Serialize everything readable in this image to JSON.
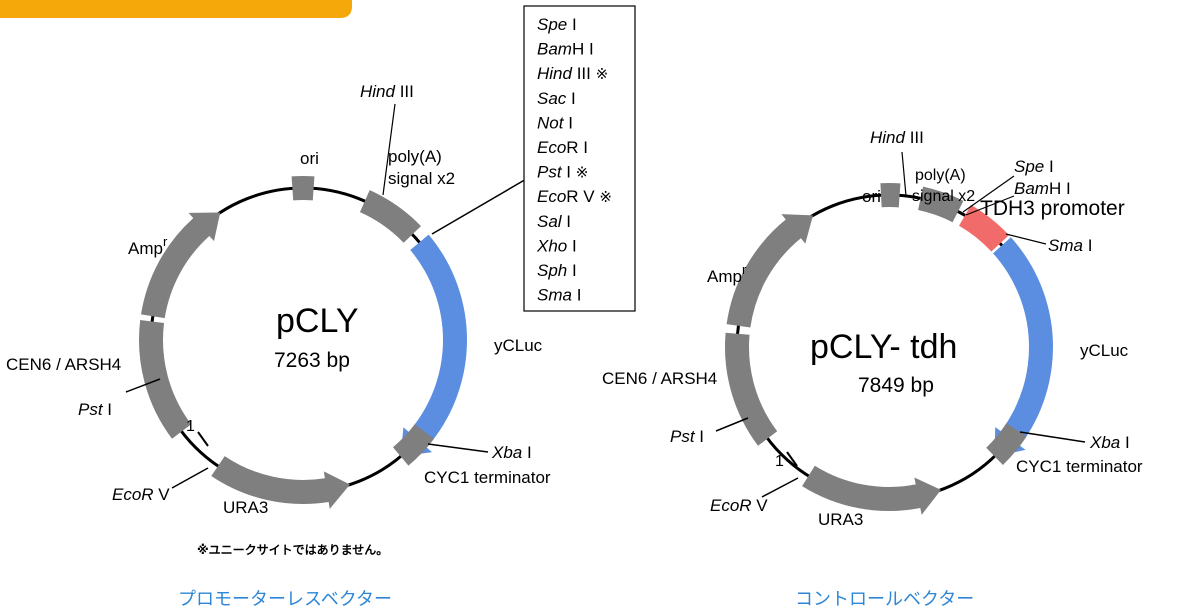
{
  "colors": {
    "segment_gray": "#7f7f7f",
    "luciferase_blue": "#5b8ee0",
    "promoter_red": "#f26b6b",
    "caption_blue": "#2f86d6",
    "banner_orange": "#f5a80a"
  },
  "left_map": {
    "name": "pCLY",
    "size": "7263 bp",
    "caption": "プロモーターレスベクター",
    "labels": {
      "hind3_name": "Hind",
      "hind3_num": " III",
      "ori": "ori",
      "polya_1": "poly(A)",
      "polya_2": "signal x2",
      "ampr": "Amp",
      "ampr_sup": "r",
      "ycluc": "yCLuc",
      "cen6": "CEN6 / ARSH4",
      "pst_name": "Pst",
      "pst_num": " I",
      "one": "1",
      "ecorv_name": "EcoR",
      "ecorv_num": " V",
      "ura3": "URA3",
      "xba_name": "Xba",
      "xba_num": " I",
      "cyc1": "CYC1 terminator"
    },
    "mcs": [
      {
        "name": "Spe",
        "num": " I",
        "mark": ""
      },
      {
        "name": "Bam",
        "num": "H I",
        "mark": ""
      },
      {
        "name": "Hind",
        "num": " III",
        "mark": " ※"
      },
      {
        "name": "Sac",
        "num": " I",
        "mark": ""
      },
      {
        "name": "Not",
        "num": " I",
        "mark": ""
      },
      {
        "name": "Eco",
        "num": "R I",
        "mark": ""
      },
      {
        "name": "Pst",
        "num": " I",
        "mark": " ※"
      },
      {
        "name": "Eco",
        "num": "R V",
        "mark": " ※"
      },
      {
        "name": "Sal",
        "num": " I",
        "mark": ""
      },
      {
        "name": "Xho",
        "num": " I",
        "mark": ""
      },
      {
        "name": "Sph",
        "num": " I",
        "mark": ""
      },
      {
        "name": "Sma",
        "num": " I",
        "mark": ""
      }
    ],
    "note": "※ユニークサイトではありません。"
  },
  "right_map": {
    "name": "pCLY- tdh",
    "size": "7849 bp",
    "caption": "コントロールベクター",
    "labels": {
      "hind3_name": "Hind",
      "hind3_num": " III",
      "ori": "ori",
      "polya_1": "poly(A)",
      "polya_2": "signal x2",
      "spe_name": "Spe",
      "spe_num": " I",
      "bam_name": "Bam",
      "bam_num": "H I",
      "tdh3": "TDH3 promoter",
      "sma_name": "Sma",
      "sma_num": " I",
      "ampr": "Amp",
      "ampr_sup": "r",
      "ycluc": "yCLuc",
      "cen6": "CEN6 / ARSH4",
      "pst_name": "Pst",
      "pst_num": " I",
      "one": "1",
      "ecorv_name": "EcoR",
      "ecorv_num": " V",
      "ura3": "URA3",
      "xba_name": "Xba",
      "xba_num": " I",
      "cyc1": "CYC1 terminator"
    }
  }
}
